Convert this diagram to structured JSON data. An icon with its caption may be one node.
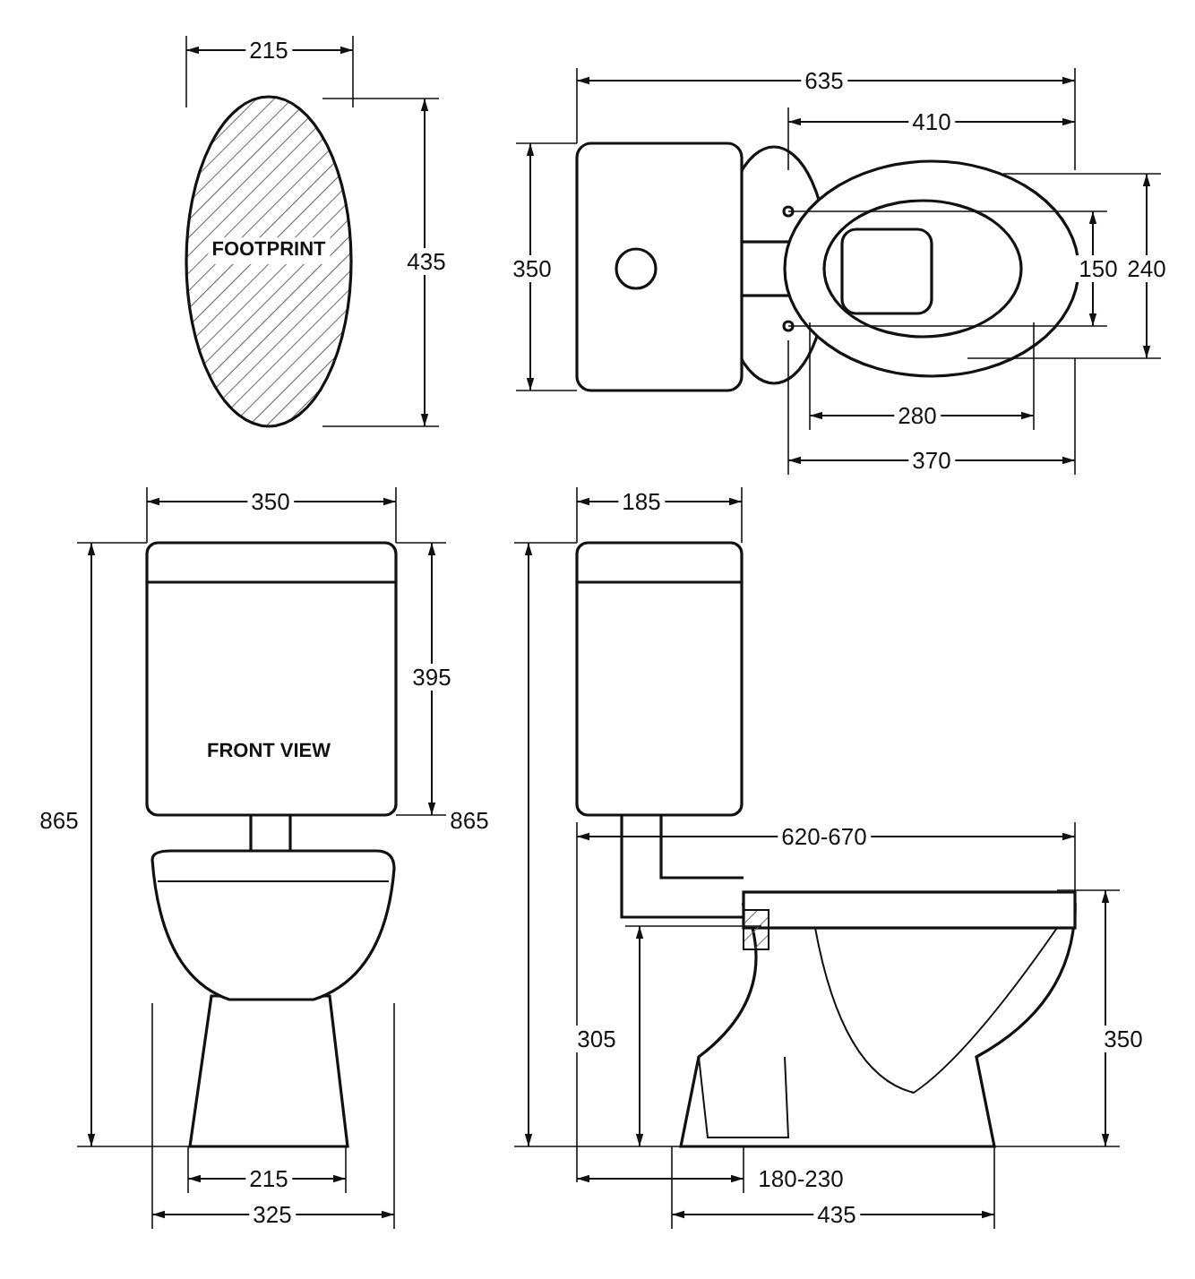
{
  "diagram": {
    "labels": [
      "215",
      "435",
      "FOOTPRINT",
      "635",
      "410",
      "350",
      "150",
      "240",
      "280",
      "370",
      "350",
      "395",
      "FRONT VIEW",
      "865",
      "185",
      "865",
      "620-670",
      "305",
      "350",
      "215",
      "325",
      "180-230",
      "435"
    ]
  }
}
